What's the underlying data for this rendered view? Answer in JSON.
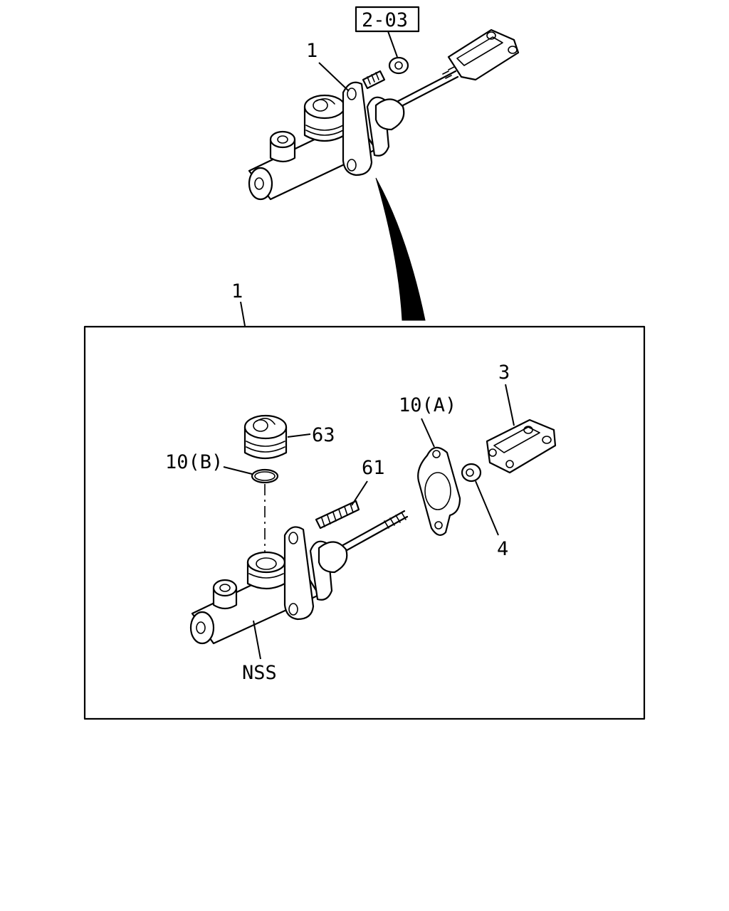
{
  "callouts": {
    "ref_box": "2-03",
    "top_assembly": "1",
    "kit_assembly": "1",
    "clevis": "3",
    "gasket": "10(A)",
    "reservoir": "63",
    "o_ring": "10(B)",
    "stud": "61",
    "nut": "4",
    "body": "NSS"
  }
}
